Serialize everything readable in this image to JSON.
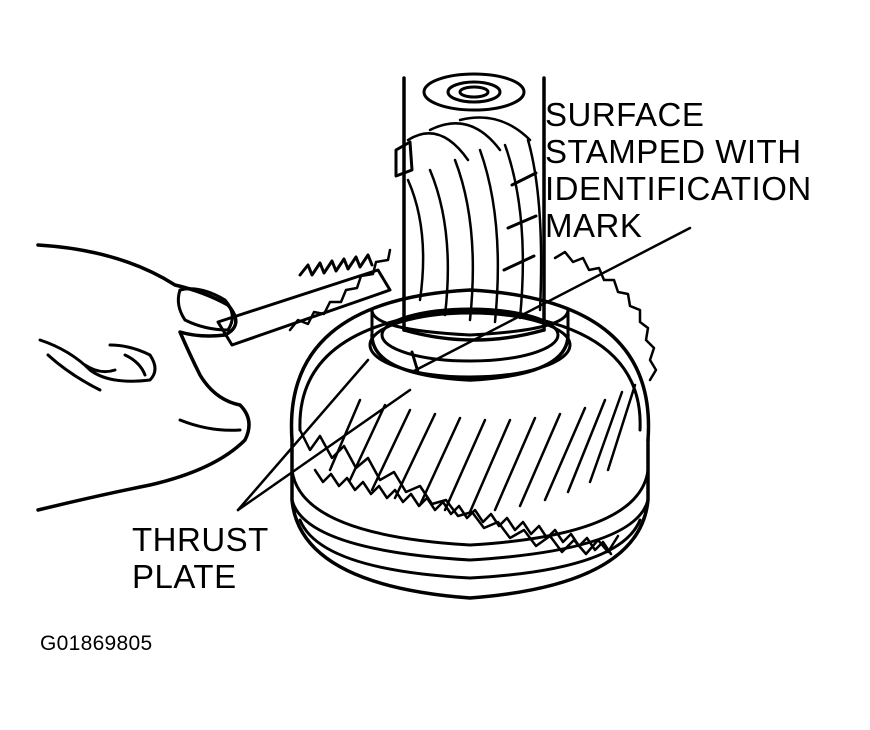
{
  "labels": {
    "surface_mark": {
      "lines": [
        "SURFACE",
        "STAMPED WITH",
        "IDENTIFICATION",
        "MARK"
      ]
    },
    "thrust_plate": {
      "lines": [
        "THRUST",
        "PLATE"
      ]
    }
  },
  "figure_id": "G01869805",
  "colors": {
    "line": "#000000",
    "background": "#ffffff"
  }
}
